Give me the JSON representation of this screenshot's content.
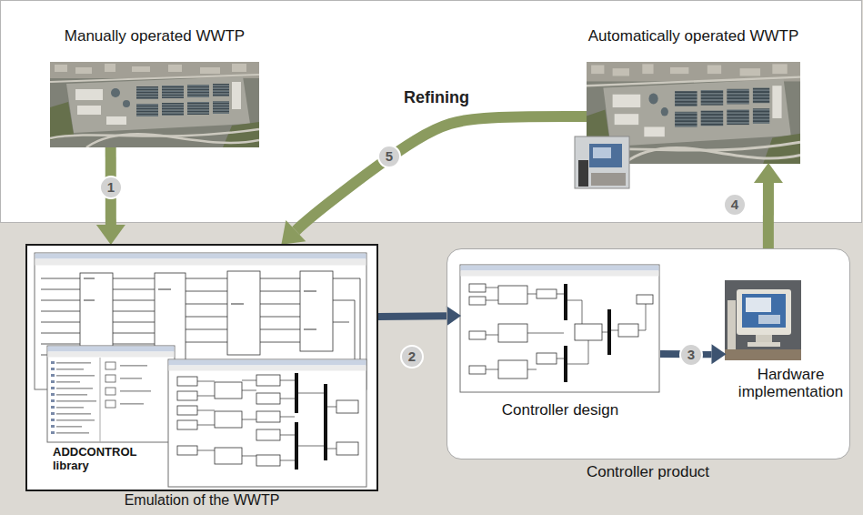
{
  "diagram": {
    "nodes": [
      {
        "text": [
          "Manually operated WWTP"
        ]
      },
      {
        "text": [
          "Automatically operated WWTP"
        ]
      },
      {
        "text": [
          "ADDCONTROL library",
          "Emulation of the WWTP"
        ]
      },
      {
        "text": [
          "Controller product"
        ]
      },
      {
        "text": [
          "Controller design"
        ],
        "in": 3
      },
      {
        "text": [
          "Hardware implementation"
        ],
        "in": 3
      }
    ],
    "edges": [
      {
        "from": 0,
        "to": 2,
        "arrow": "to",
        "label": "1"
      },
      {
        "from": 2,
        "to": 4,
        "arrow": "to",
        "label": "2"
      },
      {
        "from": 4,
        "to": 5,
        "arrow": "to",
        "label": "3"
      },
      {
        "from": 3,
        "to": 1,
        "arrow": "to",
        "label": "4"
      },
      {
        "from": 1,
        "to": 2,
        "arrow": "to",
        "label": "5"
      }
    ],
    "labels": [
      "Refining"
    ]
  }
}
